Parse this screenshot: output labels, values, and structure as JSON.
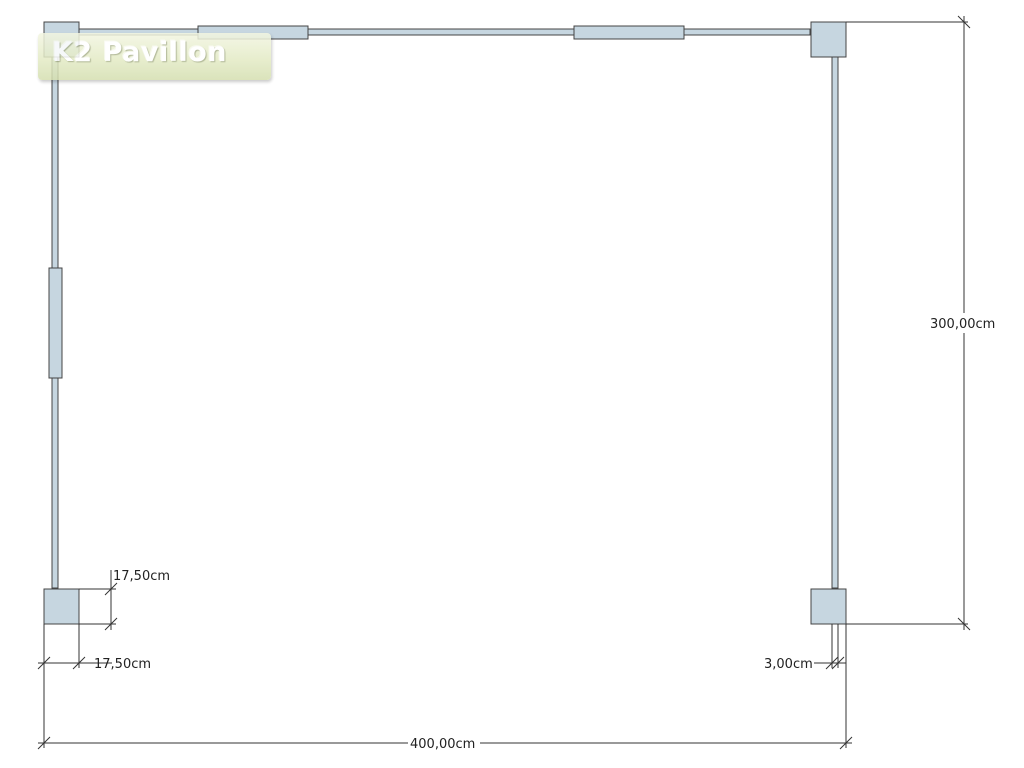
{
  "logo": {
    "text": "K2 Pavillon"
  },
  "dimensions": {
    "height": "300,00cm",
    "width": "400,00cm",
    "post_depth": "17,50cm",
    "post_width": "17,50cm",
    "wall_thickness": "3,00cm"
  },
  "colors": {
    "post_fill": "#c6d6e0",
    "wall_fill": "#c6d6e0",
    "stroke": "#333333",
    "dim_line": "#333333"
  }
}
